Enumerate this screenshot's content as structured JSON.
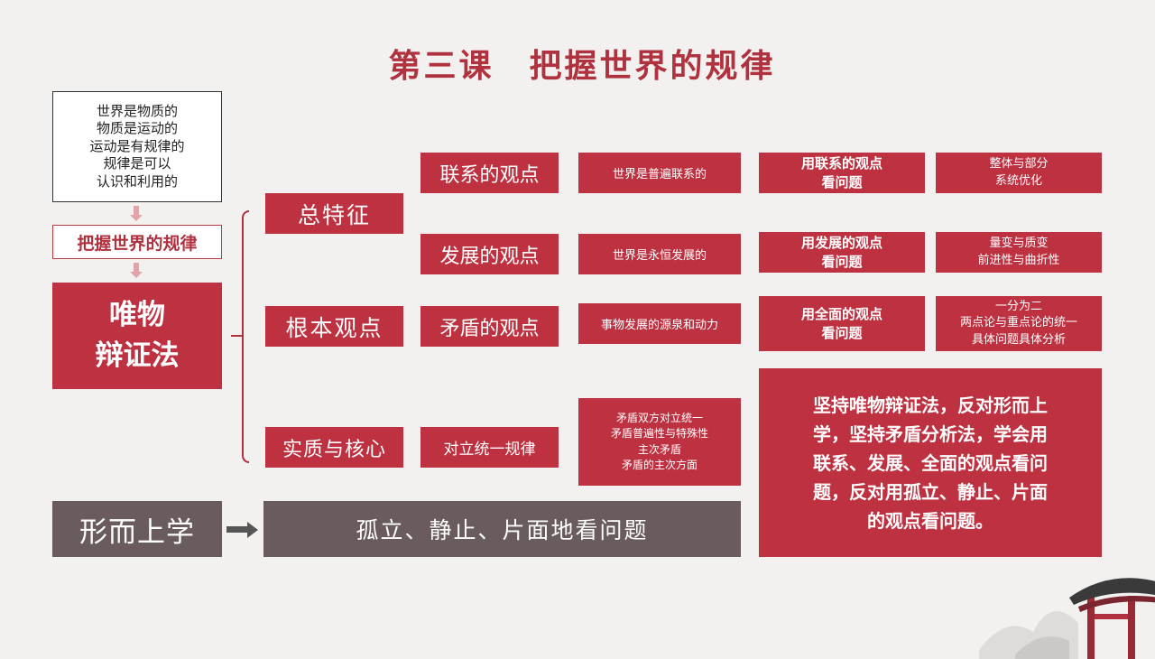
{
  "title": "第三课　把握世界的规律",
  "premise": {
    "lines": [
      "世界是物质的",
      "物质是运动的",
      "运动是有规律的",
      "规律是可以",
      "认识和利用的"
    ]
  },
  "grasp_law": "把握世界的规律",
  "materialist_dialectics": {
    "line1": "唯物",
    "line2": "辩证法"
  },
  "categories": {
    "general": "总特征",
    "fundamental": "根本观点",
    "essence": "实质与核心"
  },
  "viewpoints": {
    "connection": "联系的观点",
    "development": "发展的观点",
    "contradiction": "矛盾的观点",
    "unity": "对立统一规律"
  },
  "descriptions": {
    "connection": "世界是普遍联系的",
    "development": "世界是永恒发展的",
    "contradiction": "事物发展的源泉和动力",
    "unity": [
      "矛盾双方对立统一",
      "矛盾普遍性与特殊性",
      "主次矛盾",
      "矛盾的主次方面"
    ]
  },
  "methods": {
    "connection": [
      "用联系的观点",
      "看问题"
    ],
    "development": [
      "用发展的观点",
      "看问题"
    ],
    "contradiction": [
      "用全面的观点",
      "看问题"
    ]
  },
  "details": {
    "connection": [
      "整体与部分",
      "系统优化"
    ],
    "development": [
      "量变与质变",
      "前进性与曲折性"
    ],
    "contradiction": [
      "一分为二",
      "两点论与重点论的统一",
      "具体问题具体分析"
    ]
  },
  "conclusion": [
    "坚持唯物辩证法，反对形而上",
    "学，坚持矛盾分析法，学会用",
    "联系、发展、全面的观点看问",
    "题，反对用孤立、静止、片面",
    "的观点看问题。"
  ],
  "metaphysics": {
    "label": "形而上学",
    "description": "孤立、静止、片面地看问题"
  }
}
